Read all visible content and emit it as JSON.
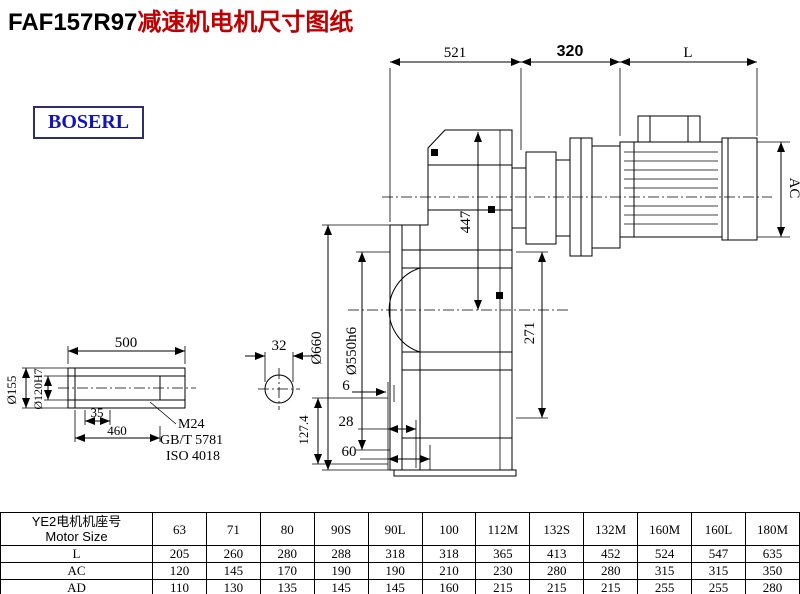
{
  "title": {
    "model": "FAF157R97",
    "suffix": "减速机电机尺寸图纸"
  },
  "logo": {
    "text": "BOSERL"
  },
  "dims": {
    "d521": "521",
    "d320": "320",
    "dL": "L",
    "dAC": "AC",
    "d660": "Ø660",
    "d550": "Ø550h6",
    "d447": "447",
    "d271": "271",
    "d6": "6",
    "d28": "28",
    "d60": "60",
    "d127": "127.4",
    "d500": "500",
    "d35": "35",
    "d460": "460",
    "d155": "Ø155",
    "d120": "Ø120H7",
    "m24": "M24",
    "gbt": "GB/T 5781",
    "iso": "ISO 4018",
    "d32": "32"
  },
  "table": {
    "header_line1": "YE2电机机座号",
    "header_line2": "Motor Size",
    "columns": [
      "63",
      "71",
      "80",
      "90S",
      "90L",
      "100",
      "112M",
      "132S",
      "132M",
      "160M",
      "160L",
      "180M"
    ],
    "rows": [
      {
        "label": "L",
        "values": [
          "205",
          "260",
          "280",
          "288",
          "318",
          "318",
          "365",
          "413",
          "452",
          "524",
          "547",
          "635"
        ]
      },
      {
        "label": "AC",
        "values": [
          "120",
          "145",
          "170",
          "190",
          "190",
          "210",
          "230",
          "280",
          "280",
          "315",
          "315",
          "350"
        ]
      },
      {
        "label": "AD",
        "values": [
          "110",
          "130",
          "135",
          "145",
          "145",
          "160",
          "215",
          "215",
          "215",
          "255",
          "255",
          "280"
        ]
      }
    ]
  }
}
